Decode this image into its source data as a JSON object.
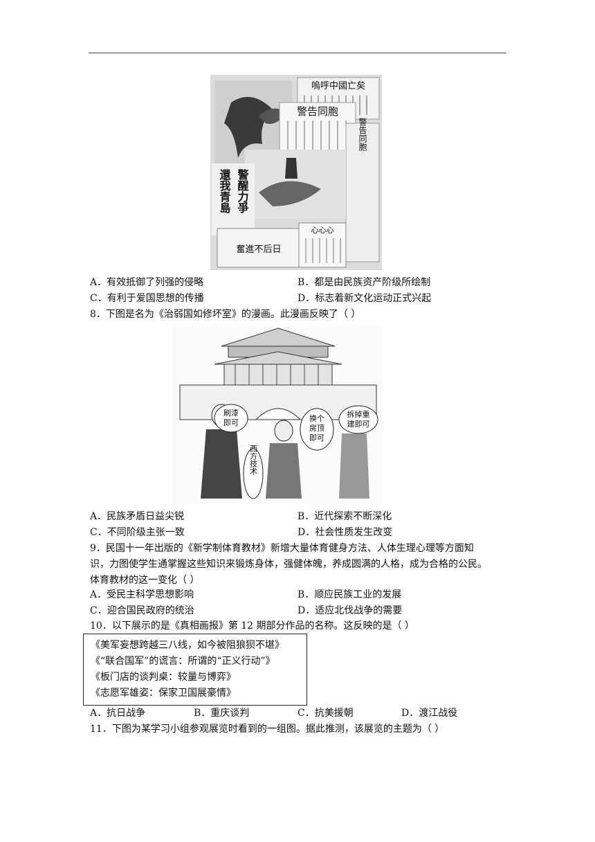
{
  "q7": {
    "options": [
      {
        "key": "A",
        "text": "A．有效抵御了列强的侵略"
      },
      {
        "key": "B",
        "text": "B．都是由民族资产阶级所绘制"
      },
      {
        "key": "C",
        "text": "C．有利于爱国思想的传播"
      },
      {
        "key": "D",
        "text": "D．标志着新文化运动正式兴起"
      }
    ],
    "image": {
      "texts": [
        "嗚呼中國亡矣",
        "警告同胞",
        "警告同胞",
        "警醒力爭",
        "還我青島",
        "心心心",
        "奮進不后日"
      ]
    }
  },
  "q8": {
    "stem": "8．下图是名为《治弱国如修坏室》的漫画。此漫画反映了（    ）",
    "image": {
      "bubbles": [
        "刷漆即可",
        "换个房顶即可",
        "拆掉重建即可",
        "西方技术"
      ]
    },
    "options": [
      {
        "key": "A",
        "text": "A．民族矛盾日益尖锐"
      },
      {
        "key": "B",
        "text": "B．近代探索不断深化"
      },
      {
        "key": "C",
        "text": "C．不同阶级主张一致"
      },
      {
        "key": "D",
        "text": "D．社会性质发生改变"
      }
    ]
  },
  "q9": {
    "stem_lines": [
      "9．民国十一年出版的《新学制体育教材》新增大量体育健身方法、人体生理心理等方面知",
      "识，力图使学生通掌握这些知识来锻炼身体，强健体魄，养成圆满的人格，成为合格的公民。",
      "体育教材的这一变化（    ）"
    ],
    "options": [
      {
        "key": "A",
        "text": "A．受民主科学思想影响"
      },
      {
        "key": "B",
        "text": "B．顺应民族工业的发展"
      },
      {
        "key": "C",
        "text": "C．迎合国民政府的统治"
      },
      {
        "key": "D",
        "text": "D．适应北伐战争的需要"
      }
    ]
  },
  "q10": {
    "stem": "10．以下展示的是《真相画报》第 12 期部分作品的名称。这反映的是（    ）",
    "box_lines": [
      "《美军妄想跨越三八线，如今被阻狼狈不堪》",
      "《“联合国军”的谎言：所谓的“正义行动”》",
      "《板门店的谈判桌：较量与博弈》",
      "《志愿军雄姿：保家卫国展豪情》"
    ],
    "options": [
      {
        "key": "A",
        "text": "A．抗日战争"
      },
      {
        "key": "B",
        "text": "B．重庆谈判"
      },
      {
        "key": "C",
        "text": "C．抗美援朝"
      },
      {
        "key": "D",
        "text": "D．渡江战役"
      }
    ]
  },
  "q11": {
    "stem": "11．下图为某学习小组参观展览时看到的一组图。据此推测，该展览的主题为（    ）"
  }
}
